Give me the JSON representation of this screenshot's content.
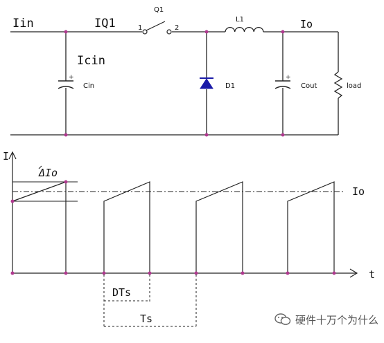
{
  "circuit": {
    "labels": {
      "iin": "Iin",
      "iq1": "IQ1",
      "q1": "Q1",
      "pin1": "1",
      "pin2": "2",
      "l1": "L1",
      "io": "Io",
      "icin": "Icin",
      "cin": "Cin",
      "d1": "D1",
      "cout": "Cout",
      "load": "load",
      "plus": "+"
    }
  },
  "waveform": {
    "i_axis": "I",
    "t_axis": "t",
    "delta_io": "ΔIo",
    "io_level": "Io",
    "dts": "DTs",
    "ts": "Ts"
  },
  "watermark": {
    "text": "硬件十万个为什么",
    "icon": "wechat-icon"
  },
  "colors": {
    "line": "#222222",
    "node": "#b0388f",
    "diode": "#1a1aa8"
  }
}
